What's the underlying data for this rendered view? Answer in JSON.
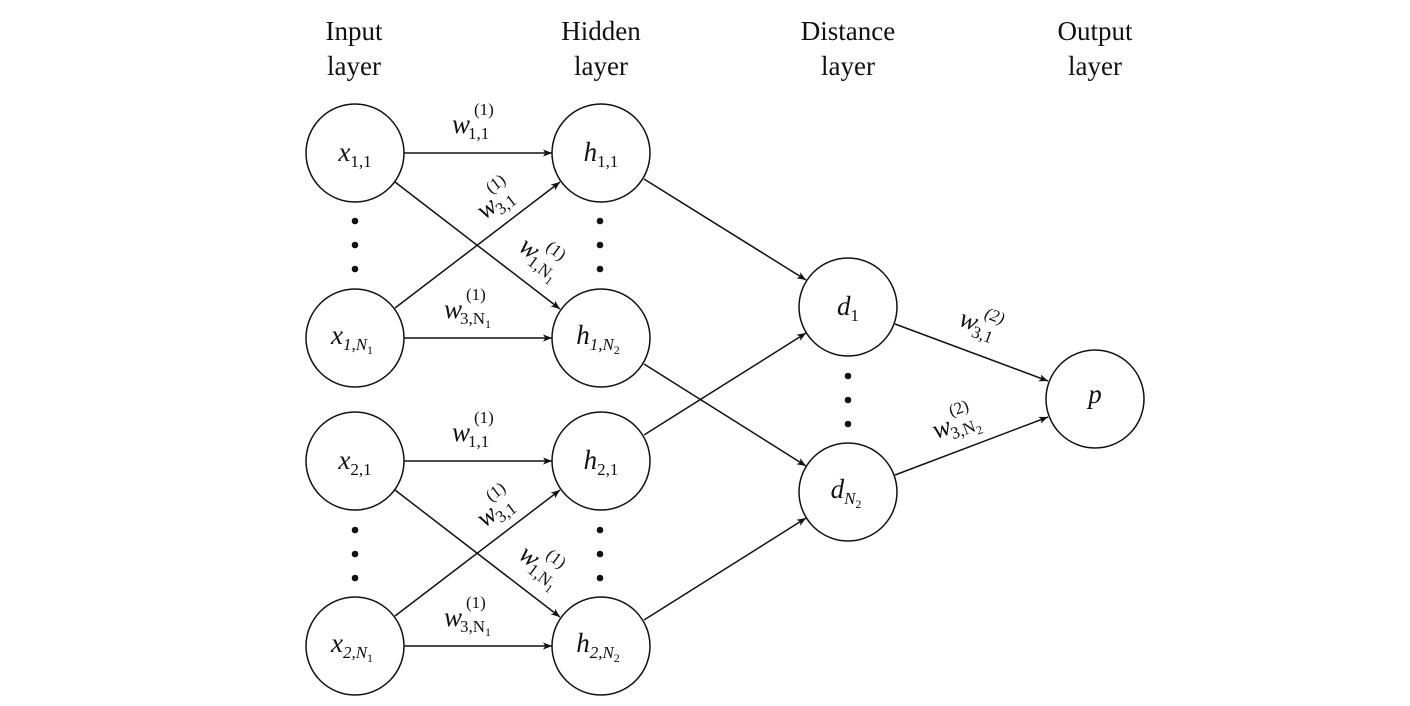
{
  "headers": {
    "input": [
      "Input",
      "layer"
    ],
    "hidden": [
      "Hidden",
      "layer"
    ],
    "distance": [
      "Distance",
      "layer"
    ],
    "output": [
      "Output",
      "layer"
    ]
  },
  "nodes": {
    "x11": {
      "base": "x",
      "sub": "1,1",
      "subsub": ""
    },
    "x1N": {
      "base": "x",
      "sub": "1,N",
      "subsub": "1"
    },
    "x21": {
      "base": "x",
      "sub": "2,1",
      "subsub": ""
    },
    "x2N": {
      "base": "x",
      "sub": "2,N",
      "subsub": "1"
    },
    "h11": {
      "base": "h",
      "sub": "1,1",
      "subsub": ""
    },
    "h1N": {
      "base": "h",
      "sub": "1,N",
      "subsub": "2"
    },
    "h21": {
      "base": "h",
      "sub": "2,1",
      "subsub": ""
    },
    "h2N": {
      "base": "h",
      "sub": "2,N",
      "subsub": "2"
    },
    "d1": {
      "base": "d",
      "sub": "1",
      "subsub": ""
    },
    "dN": {
      "base": "d",
      "sub": "N",
      "subsub": "2"
    },
    "p": {
      "base": "p",
      "sub": "",
      "subsub": ""
    }
  },
  "weights": {
    "w11_top": {
      "base": "w",
      "sup": "(1)",
      "sub": "1,1",
      "subsub": ""
    },
    "w31_top": {
      "base": "w",
      "sup": "(1)",
      "sub": "3,1",
      "subsub": ""
    },
    "w1N_top": {
      "base": "w",
      "sup": "(1)",
      "sub": "1,N",
      "subsub": "1"
    },
    "w3N_top": {
      "base": "w",
      "sup": "(1)",
      "sub": "3,N",
      "subsub": "1"
    },
    "w11_bot": {
      "base": "w",
      "sup": "(1)",
      "sub": "1,1",
      "subsub": ""
    },
    "w31_bot": {
      "base": "w",
      "sup": "(1)",
      "sub": "3,1",
      "subsub": ""
    },
    "w1N_bot": {
      "base": "w",
      "sup": "(1)",
      "sub": "1,N",
      "subsub": "1"
    },
    "w3N_bot": {
      "base": "w",
      "sup": "(1)",
      "sub": "3,N",
      "subsub": "1"
    },
    "w31_out": {
      "base": "w",
      "sup": "(2)",
      "sub": "3,1",
      "subsub": ""
    },
    "w3N_out": {
      "base": "w",
      "sup": "(2)",
      "sub": "3,N",
      "subsub": "2"
    }
  }
}
